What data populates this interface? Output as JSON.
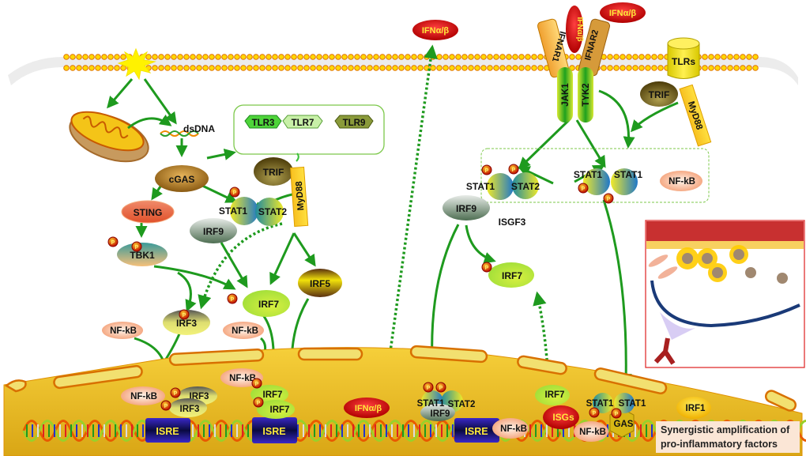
{
  "figure": {
    "title": "Type I interferon signaling pathway schematic",
    "membrane_stimulus": "danger-signal-star",
    "upstream": {
      "dsdna": "dsDNA",
      "cgas": "cGAS",
      "sting": "STING",
      "tbk1": "TBK1",
      "tlr_box": [
        "TLR3",
        "TLR7",
        "TLR9"
      ],
      "trif": "TRIF",
      "myd88": "MyD88",
      "stat1": "STAT1",
      "stat2": "STAT2",
      "irf9": "IRF9",
      "irf7": "IRF7",
      "irf5": "IRF5",
      "irf3": "IRF3",
      "nfkb_a": "NF-kB",
      "nfkb_b": "NF-kB"
    },
    "receptor": {
      "ifnar1": "IFNAR1",
      "ifnar2": "IFNAR2",
      "ligand_bound": "IFNα/β",
      "ligand_free": "IFNα/β",
      "jak1": "JAK1",
      "tyk2": "TYK2",
      "tlrs": "TLRs",
      "trif": "TRIF",
      "myd88": "MyD88"
    },
    "secreted": {
      "ifn": "IFNα/β"
    },
    "cytoplasm_right": {
      "stat1_a": "STAT1",
      "stat2": "STAT2",
      "stat1_b": "STAT1",
      "stat1_c": "STAT1",
      "nfkb": "NF-kB",
      "irf9": "IRF9",
      "isgf3": "ISGF3",
      "irf7": "IRF7"
    },
    "nucleus": {
      "nfkb1": "NF-kB",
      "irf3_a": "IRF3",
      "irf3_b": "IRF3",
      "nfkb2": "NF-kB",
      "irf7_a": "IRF7",
      "irf7_b": "IRF7",
      "isre1": "ISRE",
      "isre2": "ISRE",
      "ifn": "IFNα/β",
      "stat1": "STAT1",
      "stat2": "STAT2",
      "irf9": "IRF9",
      "isre3": "ISRE",
      "nfkb3": "NF-kB",
      "irf7_c": "IRF7",
      "isgs": "ISGs",
      "stat1_d": "STAT1",
      "stat1_e": "STAT1",
      "gas": "GAS",
      "nfkb4": "NF-kB",
      "irf1": "IRF1",
      "phospho": "P"
    },
    "caption": "Synergistic amplification of pro-inflammatory factors",
    "inset": "atherosclerotic plaque illustration",
    "colors": {
      "arrow": "#1e9a1e",
      "nucleus": "#e8b820",
      "membrane_head": "#f0a21a",
      "ifn": "#cc1111",
      "isre": "#2a1fa0",
      "inset_border": "#e03030"
    }
  }
}
